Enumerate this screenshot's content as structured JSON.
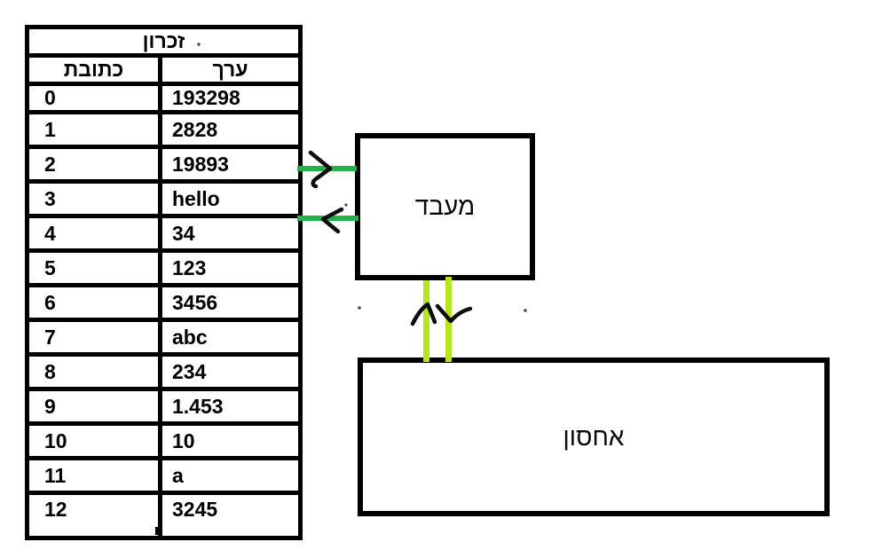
{
  "memory_table": {
    "title": "זכרון",
    "columns": {
      "address": "כתובת",
      "value": "ערך"
    },
    "rows": [
      {
        "address": "0",
        "value": "193298"
      },
      {
        "address": "1",
        "value": "2828"
      },
      {
        "address": "2",
        "value": "19893"
      },
      {
        "address": "3",
        "value": "hello"
      },
      {
        "address": "4",
        "value": "34"
      },
      {
        "address": "5",
        "value": "123"
      },
      {
        "address": "6",
        "value": "3456"
      },
      {
        "address": "7",
        "value": "abc"
      },
      {
        "address": "8",
        "value": "234"
      },
      {
        "address": "9",
        "value": "1.453"
      },
      {
        "address": "10",
        "value": "10"
      },
      {
        "address": "11",
        "value": "a"
      },
      {
        "address": "12",
        "value": "3245"
      }
    ]
  },
  "processor": {
    "label": "מעבד"
  },
  "storage": {
    "label": "אחסון"
  },
  "connections": {
    "memory_to_cpu": "read/write bus (green, arrows right and left)",
    "cpu_to_storage": "load/store bus (lime, arrows up and down)"
  },
  "colors": {
    "bus_green": "#22B14C",
    "bus_lime": "#B5E61D",
    "ink": "#000000",
    "background": "#FFFFFF"
  }
}
